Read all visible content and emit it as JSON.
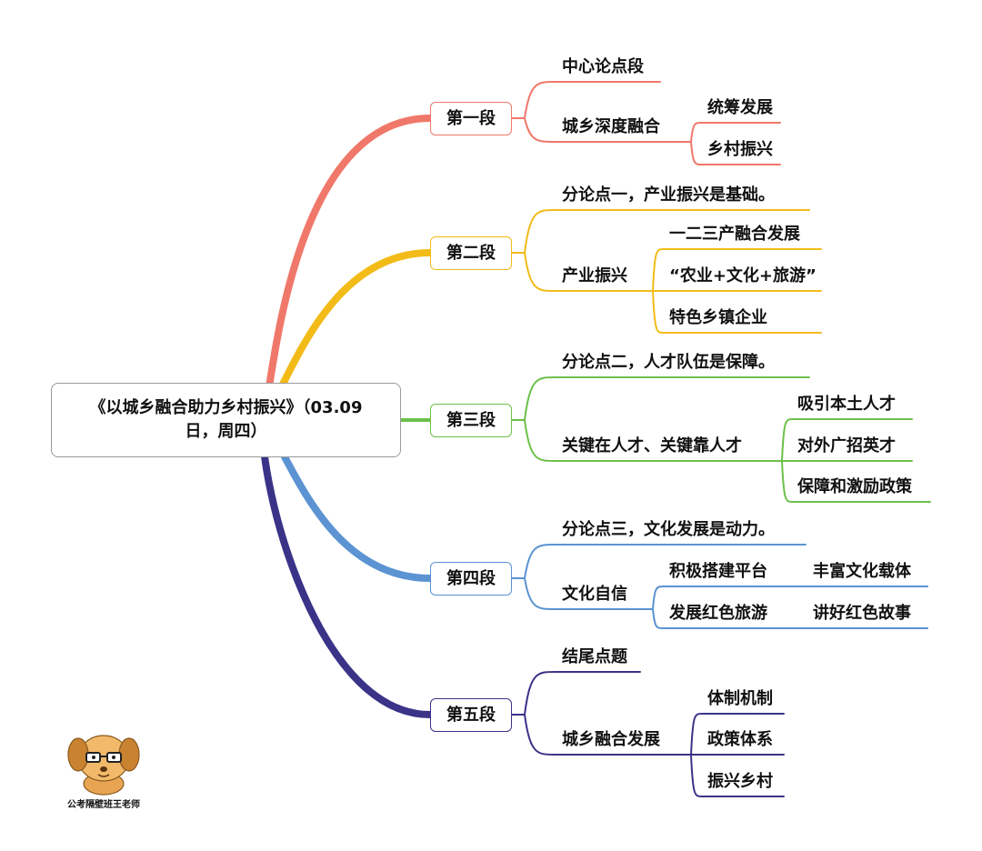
{
  "central": {
    "title": "《以城乡融合助力乡村振兴》（03.09日，周四）"
  },
  "sections": [
    {
      "label": "第一段",
      "color": "#f0786a",
      "items": [
        {
          "text": "中心论点段"
        },
        {
          "text": "城乡深度融合",
          "children": [
            "统筹发展",
            "乡村振兴"
          ]
        }
      ]
    },
    {
      "label": "第二段",
      "color": "#f2bb18",
      "items": [
        {
          "text": "分论点一，产业振兴是基础。"
        },
        {
          "text": "产业振兴",
          "children": [
            "一二三产融合发展",
            "“农业+文化+旅游”",
            "特色乡镇企业"
          ]
        }
      ]
    },
    {
      "label": "第三段",
      "color": "#6cc04a",
      "items": [
        {
          "text": "分论点二，人才队伍是保障。"
        },
        {
          "text": "关键在人才、关键靠人才",
          "children": [
            "吸引本土人才",
            "对外广招英才",
            "保障和激励政策"
          ]
        }
      ]
    },
    {
      "label": "第四段",
      "color": "#5b93d3",
      "items": [
        {
          "text": "分论点三，文化发展是动力。"
        },
        {
          "text": "文化自信",
          "children": [
            {
              "text": "积极搭建平台",
              "sub": "丰富文化载体"
            },
            {
              "text": "发展红色旅游",
              "sub": "讲好红色故事"
            }
          ]
        }
      ]
    },
    {
      "label": "第五段",
      "color": "#3a3388",
      "items": [
        {
          "text": "结尾点题"
        },
        {
          "text": "城乡融合发展",
          "children": [
            "体制机制",
            "政策体系",
            "振兴乡村"
          ]
        }
      ]
    }
  ],
  "watermark": {
    "credit": "公考隔壁班王老师"
  }
}
